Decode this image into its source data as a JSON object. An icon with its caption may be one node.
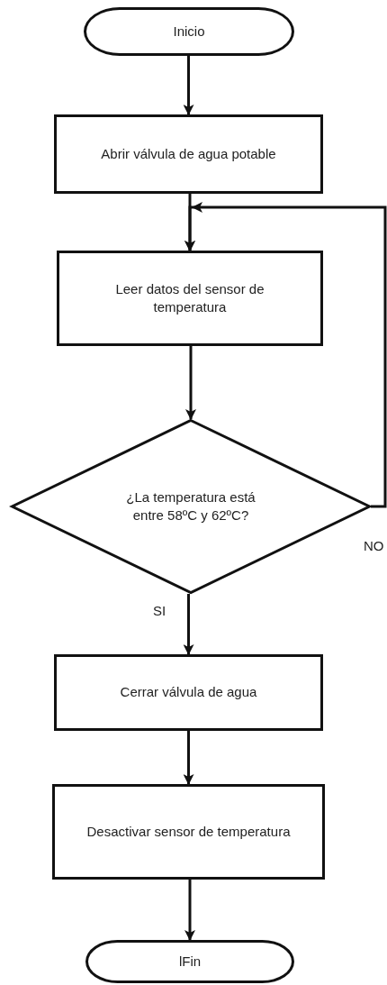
{
  "diagram": {
    "nodes": [
      {
        "text": [
          "Inicio"
        ]
      },
      {
        "text": [
          "Abrir válvula de agua potable"
        ]
      },
      {
        "text": [
          "Leer datos del sensor de temperatura"
        ]
      },
      {
        "text": [
          "¿La temperatura está entre 58ºC y 62ºC?"
        ]
      },
      {
        "text": [
          "Cerrar válvula de agua"
        ]
      },
      {
        "text": [
          "Desactivar sensor de temperatura"
        ]
      },
      {
        "text": [
          "lFin"
        ]
      }
    ],
    "edges": [
      {
        "from": 0,
        "to": 1,
        "arrow": "to"
      },
      {
        "from": 1,
        "to": 2,
        "arrow": "to"
      },
      {
        "from": 2,
        "to": 3,
        "arrow": "to"
      },
      {
        "from": 3,
        "to": 4,
        "arrow": "to",
        "label": "SI"
      },
      {
        "from": 4,
        "to": 5,
        "arrow": "to"
      },
      {
        "from": 5,
        "to": 6,
        "arrow": "to"
      },
      {
        "from": 3,
        "to": 2,
        "arrow": "to",
        "label": "NO"
      }
    ]
  }
}
